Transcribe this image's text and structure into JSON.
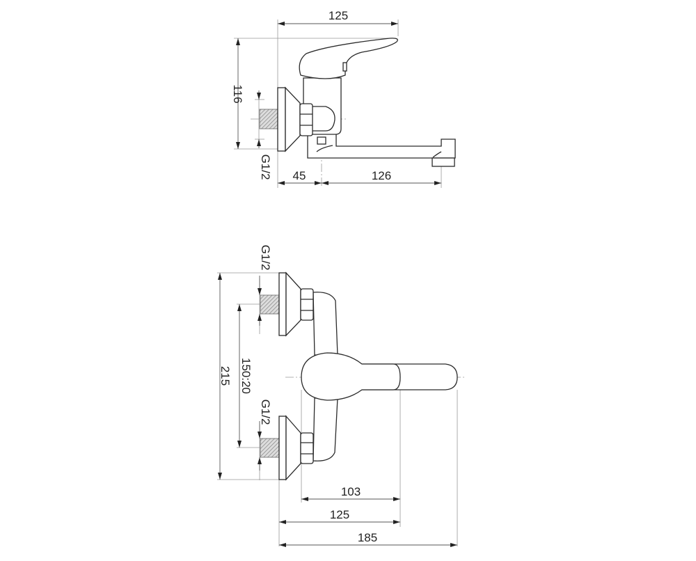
{
  "side_view": {
    "dim_width": "125",
    "dim_height": "116",
    "dim_thread": "G1/2",
    "dim_wall_to_axis": "45",
    "dim_spout": "126"
  },
  "front_view": {
    "dim_thread_top": "G1/2",
    "dim_thread_bottom": "G1/2",
    "dim_total_height": "215",
    "dim_inlet_spacing": "150:20",
    "dim_lever_inner": "103",
    "dim_lever_flange": "125",
    "dim_total_width": "185"
  }
}
